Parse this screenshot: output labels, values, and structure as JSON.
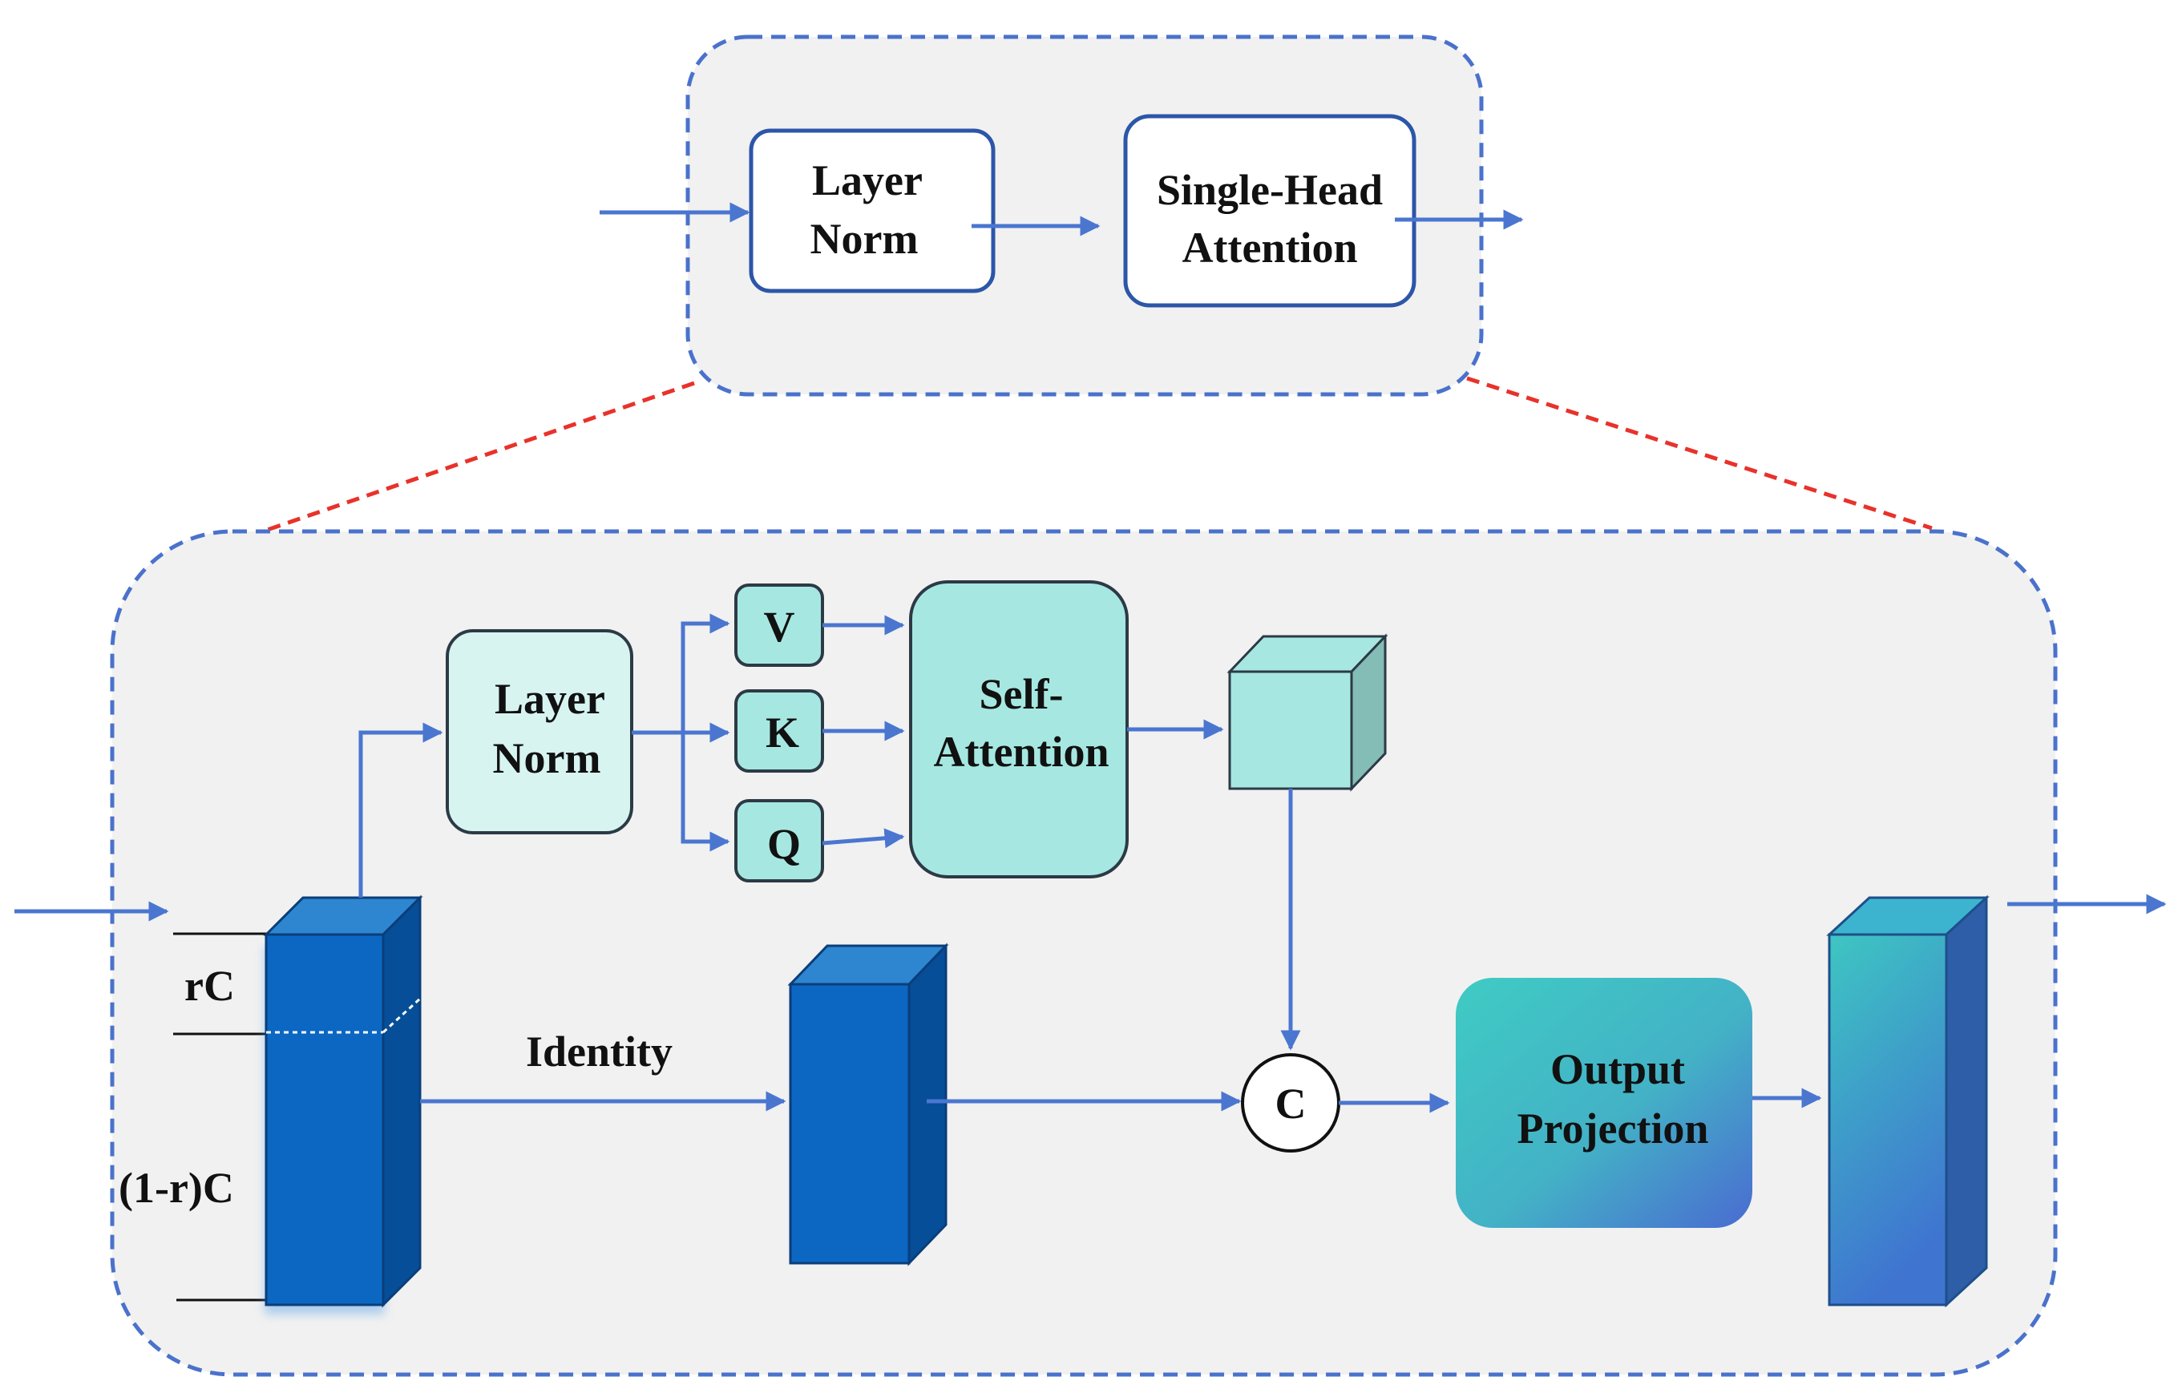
{
  "top_module": {
    "layer_norm": [
      "Layer",
      "Norm"
    ],
    "single_head_attention": [
      "Single-Head",
      "Attention"
    ]
  },
  "bottom_module": {
    "layer_norm": [
      "Layer",
      "Norm"
    ],
    "v_label": "V",
    "k_label": "K",
    "q_label": "Q",
    "self_attention": [
      "Self-",
      "Attention"
    ],
    "concat_label": "C",
    "output_projection": [
      "Output",
      "Projection"
    ],
    "identity_label": "Identity",
    "rc_label": "rC",
    "one_minus_rc_label": "(1-r)C"
  },
  "colors": {
    "arrow": "#4a76d0",
    "dashed_border": "#4a72cc",
    "zoom_lines": "#e8322a",
    "panel_fill": "#f1f1f1",
    "teal_box": "#a6e8e1",
    "blue_block": "#0c67c3",
    "output_grad_start": "#3fcbc4",
    "output_grad_end": "#4a6bd1"
  }
}
